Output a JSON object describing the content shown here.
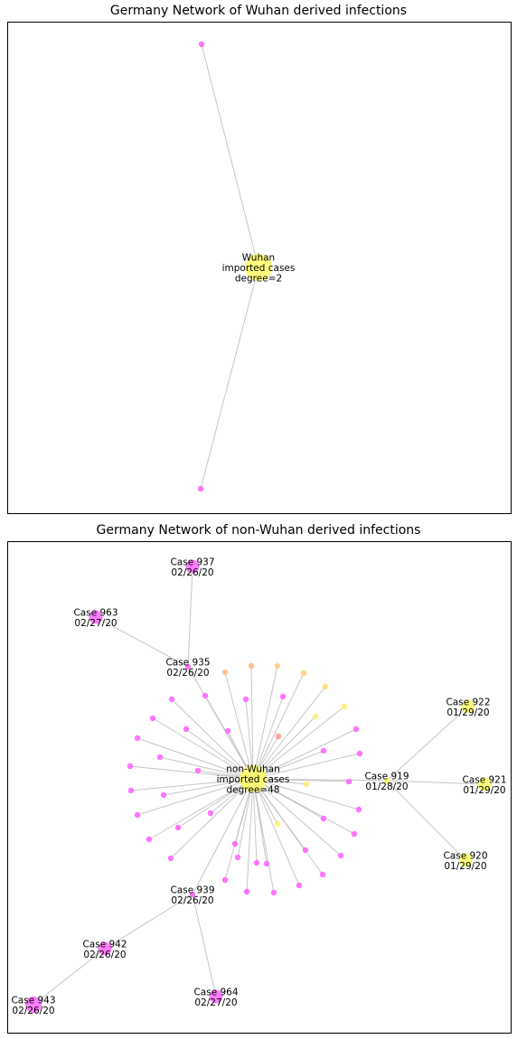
{
  "panels": [
    {
      "title": "Germany Network of Wuhan derived infections",
      "nodes": [
        {
          "id": "hub",
          "lines": [
            "Wuhan",
            "imported cases",
            "degree=2"
          ],
          "color": "#ffff66",
          "size": "hub"
        },
        {
          "id": "a",
          "lines": [],
          "color": "#ff66ff",
          "size": "small"
        },
        {
          "id": "b",
          "lines": [],
          "color": "#ff66ff",
          "size": "small"
        }
      ],
      "edges": [
        [
          "hub",
          "a"
        ],
        [
          "hub",
          "b"
        ]
      ]
    },
    {
      "title": "Germany Network of non-Wuhan derived infections",
      "nodes": [
        {
          "id": "hub",
          "lines": [
            "non-Wuhan",
            "imported cases",
            "degree=48"
          ],
          "color": "#ffff66",
          "size": "hub"
        },
        {
          "id": "c919",
          "lines": [
            "Case 919",
            "01/28/20"
          ],
          "color": "#ffff66",
          "size": "small"
        },
        {
          "id": "c920",
          "lines": [
            "Case 920",
            "01/29/20"
          ],
          "color": "#ffff66",
          "size": "mid"
        },
        {
          "id": "c921",
          "lines": [
            "Case 921",
            "01/29/20"
          ],
          "color": "#ffff66",
          "size": "mid"
        },
        {
          "id": "c922",
          "lines": [
            "Case 922",
            "01/29/20"
          ],
          "color": "#ffff66",
          "size": "mid"
        },
        {
          "id": "c935",
          "lines": [
            "Case 935",
            "02/26/20"
          ],
          "color": "#ff66ff",
          "size": "small"
        },
        {
          "id": "c937",
          "lines": [
            "Case 937",
            "02/26/20"
          ],
          "color": "#ff66ff",
          "size": "mid"
        },
        {
          "id": "c963",
          "lines": [
            "Case 963",
            "02/27/20"
          ],
          "color": "#ff66ff",
          "size": "mid"
        },
        {
          "id": "c939",
          "lines": [
            "Case 939",
            "02/26/20"
          ],
          "color": "#ff66ff",
          "size": "small"
        },
        {
          "id": "c942",
          "lines": [
            "Case 942",
            "02/26/20"
          ],
          "color": "#ff66ff",
          "size": "mid"
        },
        {
          "id": "c943",
          "lines": [
            "Case 943",
            "02/26/20"
          ],
          "color": "#ff66ff",
          "size": "big"
        },
        {
          "id": "c964",
          "lines": [
            "Case 964",
            "02/27/20"
          ],
          "color": "#ff66ff",
          "size": "mid"
        },
        {
          "id": "u01",
          "lines": [],
          "color": "#ffbb88",
          "size": "small"
        },
        {
          "id": "u02",
          "lines": [],
          "color": "#ffbb88",
          "size": "small"
        },
        {
          "id": "u03",
          "lines": [],
          "color": "#ffcc88",
          "size": "small"
        },
        {
          "id": "u04",
          "lines": [],
          "color": "#ffcc77",
          "size": "small"
        },
        {
          "id": "u05",
          "lines": [],
          "color": "#ffdd77",
          "size": "small"
        },
        {
          "id": "u06",
          "lines": [],
          "color": "#ffee77",
          "size": "small"
        },
        {
          "id": "u07",
          "lines": [],
          "color": "#ffee77",
          "size": "small"
        },
        {
          "id": "u08",
          "lines": [],
          "color": "#ff9999",
          "size": "small"
        },
        {
          "id": "u09",
          "lines": [],
          "color": "#ffee77",
          "size": "small"
        },
        {
          "id": "u10",
          "lines": [],
          "color": "#ffee77",
          "size": "small"
        },
        {
          "id": "u11",
          "lines": [],
          "color": "#ff66ff",
          "size": "small"
        },
        {
          "id": "u12",
          "lines": [],
          "color": "#ff66ff",
          "size": "small"
        },
        {
          "id": "u13",
          "lines": [],
          "color": "#ff66ff",
          "size": "small"
        },
        {
          "id": "u14",
          "lines": [],
          "color": "#ff66ff",
          "size": "small"
        },
        {
          "id": "u15",
          "lines": [],
          "color": "#ff66ff",
          "size": "small"
        },
        {
          "id": "u16",
          "lines": [],
          "color": "#ff66ff",
          "size": "small"
        },
        {
          "id": "u17",
          "lines": [],
          "color": "#ff66ff",
          "size": "small"
        },
        {
          "id": "u18",
          "lines": [],
          "color": "#ff66ff",
          "size": "small"
        },
        {
          "id": "u19",
          "lines": [],
          "color": "#ff66ff",
          "size": "small"
        },
        {
          "id": "u20",
          "lines": [],
          "color": "#ff66ff",
          "size": "small"
        },
        {
          "id": "u21",
          "lines": [],
          "color": "#ff66ff",
          "size": "small"
        },
        {
          "id": "u22",
          "lines": [],
          "color": "#ff66ff",
          "size": "small"
        },
        {
          "id": "u23",
          "lines": [],
          "color": "#ff66ff",
          "size": "small"
        },
        {
          "id": "u24",
          "lines": [],
          "color": "#ff66ff",
          "size": "small"
        },
        {
          "id": "u25",
          "lines": [],
          "color": "#ff66ff",
          "size": "small"
        },
        {
          "id": "u26",
          "lines": [],
          "color": "#ff66ff",
          "size": "small"
        },
        {
          "id": "u27",
          "lines": [],
          "color": "#ff66ff",
          "size": "small"
        },
        {
          "id": "u28",
          "lines": [],
          "color": "#ff66ff",
          "size": "small"
        },
        {
          "id": "u29",
          "lines": [],
          "color": "#ff66ff",
          "size": "small"
        },
        {
          "id": "u30",
          "lines": [],
          "color": "#ff66ff",
          "size": "small"
        },
        {
          "id": "u31",
          "lines": [],
          "color": "#ff66ff",
          "size": "small"
        },
        {
          "id": "u32",
          "lines": [],
          "color": "#ff66ff",
          "size": "small"
        },
        {
          "id": "u33",
          "lines": [],
          "color": "#ff66ff",
          "size": "small"
        },
        {
          "id": "u34",
          "lines": [],
          "color": "#ff66ff",
          "size": "small"
        },
        {
          "id": "u35",
          "lines": [],
          "color": "#ff66ff",
          "size": "small"
        },
        {
          "id": "u36",
          "lines": [],
          "color": "#ff66ff",
          "size": "small"
        },
        {
          "id": "u37",
          "lines": [],
          "color": "#ff66ff",
          "size": "small"
        },
        {
          "id": "u38",
          "lines": [],
          "color": "#ff66ff",
          "size": "small"
        },
        {
          "id": "u39",
          "lines": [],
          "color": "#ff66ff",
          "size": "small"
        },
        {
          "id": "u40",
          "lines": [],
          "color": "#ff66ff",
          "size": "small"
        }
      ],
      "edges": [
        [
          "hub",
          "c919"
        ],
        [
          "c919",
          "c920"
        ],
        [
          "c919",
          "c921"
        ],
        [
          "c919",
          "c922"
        ],
        [
          "hub",
          "c935"
        ],
        [
          "c935",
          "c937"
        ],
        [
          "c935",
          "c963"
        ],
        [
          "hub",
          "c939"
        ],
        [
          "c939",
          "c942"
        ],
        [
          "c942",
          "c943"
        ],
        [
          "c939",
          "c964"
        ],
        [
          "hub",
          "u01"
        ],
        [
          "hub",
          "u02"
        ],
        [
          "hub",
          "u03"
        ],
        [
          "hub",
          "u04"
        ],
        [
          "hub",
          "u05"
        ],
        [
          "hub",
          "u06"
        ],
        [
          "hub",
          "u07"
        ],
        [
          "hub",
          "u08"
        ],
        [
          "hub",
          "u09"
        ],
        [
          "hub",
          "u10"
        ],
        [
          "hub",
          "u11"
        ],
        [
          "hub",
          "u12"
        ],
        [
          "hub",
          "u13"
        ],
        [
          "hub",
          "u14"
        ],
        [
          "hub",
          "u15"
        ],
        [
          "hub",
          "u16"
        ],
        [
          "hub",
          "u17"
        ],
        [
          "hub",
          "u18"
        ],
        [
          "hub",
          "u19"
        ],
        [
          "hub",
          "u20"
        ],
        [
          "hub",
          "u21"
        ],
        [
          "hub",
          "u22"
        ],
        [
          "hub",
          "u23"
        ],
        [
          "hub",
          "u24"
        ],
        [
          "hub",
          "u25"
        ],
        [
          "hub",
          "u26"
        ],
        [
          "hub",
          "u27"
        ],
        [
          "hub",
          "u28"
        ],
        [
          "hub",
          "u29"
        ],
        [
          "hub",
          "u30"
        ],
        [
          "hub",
          "u31"
        ],
        [
          "hub",
          "u32"
        ],
        [
          "hub",
          "u33"
        ],
        [
          "hub",
          "u34"
        ],
        [
          "hub",
          "u35"
        ],
        [
          "hub",
          "u36"
        ],
        [
          "hub",
          "u37"
        ],
        [
          "hub",
          "u38"
        ],
        [
          "hub",
          "u39"
        ],
        [
          "hub",
          "u40"
        ]
      ]
    }
  ]
}
